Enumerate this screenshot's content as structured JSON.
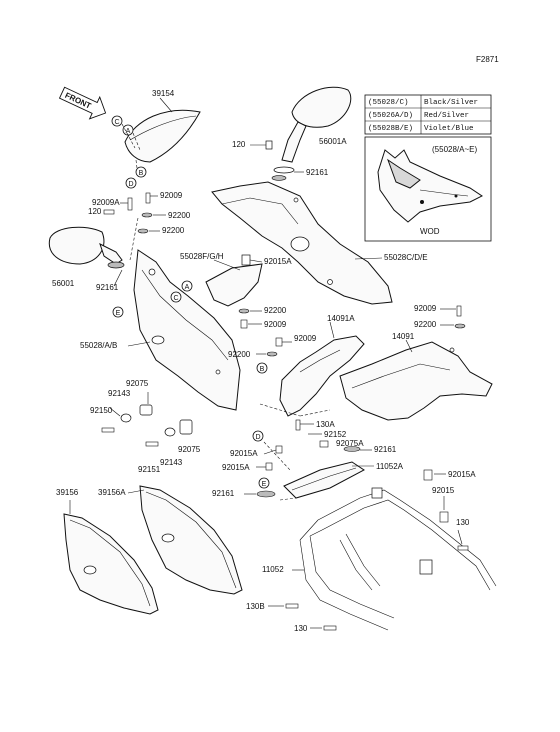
{
  "figure_code": "F2871",
  "front_label": "FRONT",
  "legend": [
    {
      "code": "(55028/C)",
      "color": "Black/Silver"
    },
    {
      "code": "(55026A/D)",
      "color": "Red/Silver"
    },
    {
      "code": "(55028B/E)",
      "color": "Violet/Blue"
    }
  ],
  "inset": {
    "code": "(55028/A~E)",
    "caption": "WOD"
  },
  "parts": {
    "p39154": "39154",
    "p56001A": "56001A",
    "p120_top": "120",
    "p92161_top": "92161",
    "p92009_l": "92009",
    "p92009A": "92009A",
    "p120_l": "120",
    "p92200_l1": "92200",
    "p92200_l2": "92200",
    "p55028FGH": "55028F/G/H",
    "p92015A_top": "92015A",
    "p55028CDE": "55028C/D/E",
    "p56001": "56001",
    "p92161_l": "92161",
    "p92200_m": "92200",
    "p92009_m": "92009",
    "p55028AB": "55028/A/B",
    "p14091A": "14091A",
    "p92009_r": "92009",
    "p92200_r": "92200",
    "p92009_m2": "92009",
    "p14091": "14091",
    "p92200_m2": "92200",
    "p92075_a": "92075",
    "p92143_a": "92143",
    "p92150": "92150",
    "p130A": "130A",
    "p92152": "92152",
    "p92075A": "92075A",
    "p92161_r": "92161",
    "p92015A_l": "92015A",
    "p92015A_l2": "92015A",
    "p92075_b": "92075",
    "p92143_b": "92143",
    "p92151": "92151",
    "p11052A": "11052A",
    "p92015A_r": "92015A",
    "p92161_b": "92161",
    "p92015": "92015",
    "p39156": "39156",
    "p39156A": "39156A",
    "p130_r": "130",
    "p11052": "11052",
    "p130B": "130B",
    "p130_b": "130"
  },
  "callouts": [
    "A",
    "B",
    "C",
    "D",
    "E"
  ]
}
